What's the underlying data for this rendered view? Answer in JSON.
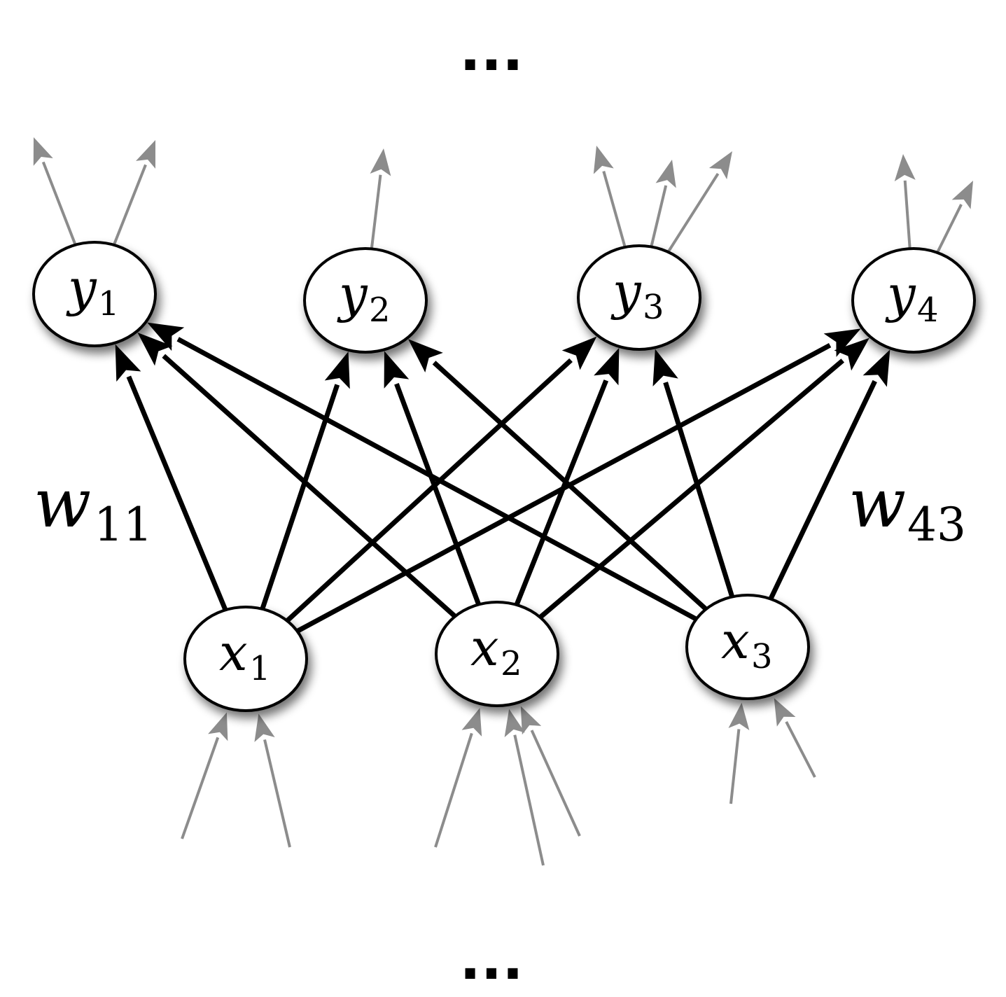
{
  "top_ellipsis": "...",
  "bottom_ellipsis": "...",
  "output_nodes": [
    {
      "id": "y1",
      "symbol": "y",
      "subscript": "1"
    },
    {
      "id": "y2",
      "symbol": "y",
      "subscript": "2"
    },
    {
      "id": "y3",
      "symbol": "y",
      "subscript": "3"
    },
    {
      "id": "y4",
      "symbol": "y",
      "subscript": "4"
    }
  ],
  "input_nodes": [
    {
      "id": "x1",
      "symbol": "x",
      "subscript": "1"
    },
    {
      "id": "x2",
      "symbol": "x",
      "subscript": "2"
    },
    {
      "id": "x3",
      "symbol": "x",
      "subscript": "3"
    }
  ],
  "weight_labels": [
    {
      "symbol": "w",
      "subscript": "11"
    },
    {
      "symbol": "w",
      "subscript": "43"
    }
  ],
  "connections": [
    {
      "from": "x1",
      "to": "y1"
    },
    {
      "from": "x1",
      "to": "y2"
    },
    {
      "from": "x1",
      "to": "y3"
    },
    {
      "from": "x1",
      "to": "y4"
    },
    {
      "from": "x2",
      "to": "y1"
    },
    {
      "from": "x2",
      "to": "y2"
    },
    {
      "from": "x2",
      "to": "y3"
    },
    {
      "from": "x2",
      "to": "y4"
    },
    {
      "from": "x3",
      "to": "y1"
    },
    {
      "from": "x3",
      "to": "y2"
    },
    {
      "from": "x3",
      "to": "y3"
    },
    {
      "from": "x3",
      "to": "y4"
    }
  ],
  "colors": {
    "edge": "#000000",
    "context_edge": "#8c8c8c",
    "node_fill": "#ffffff",
    "node_stroke": "#000000"
  }
}
